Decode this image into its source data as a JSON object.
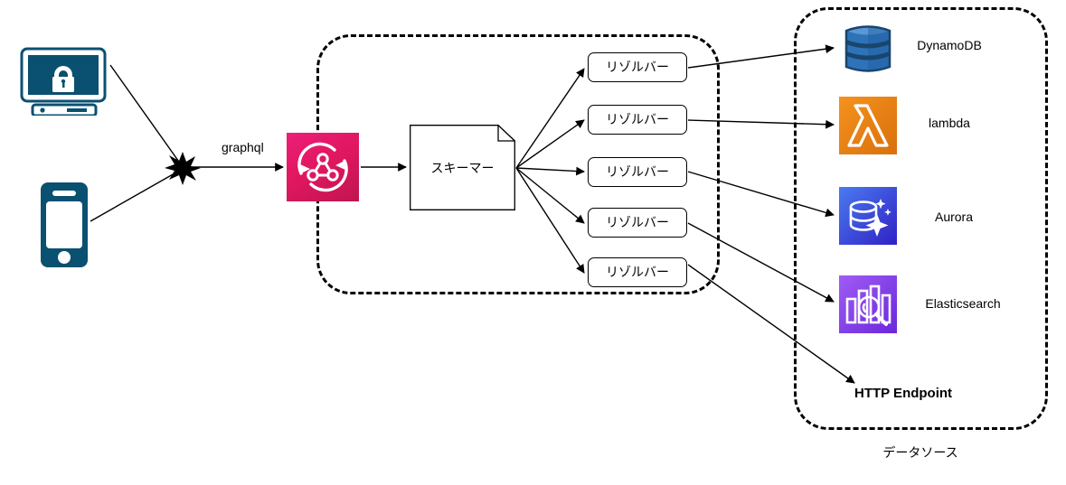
{
  "diagram": {
    "title": "AWS AppSync GraphQL architecture",
    "edge_labels": {
      "graphql": "graphql"
    },
    "groups": [
      {
        "name": "appsync-group",
        "caption": ""
      },
      {
        "name": "datasource-group",
        "caption": "データソース"
      }
    ],
    "clients": [
      {
        "name": "secure-desktop-client",
        "icon": "monitor-lock-icon",
        "color": "#0A5070"
      },
      {
        "name": "mobile-client",
        "icon": "smartphone-icon",
        "color": "#0A5070"
      }
    ],
    "junction": {
      "name": "star-junction",
      "icon": "star-burst-icon"
    },
    "appsync": {
      "name": "aws-appsync",
      "icon": "appsync-icon",
      "color_from": "#ED1E79",
      "color_to": "#BF1550"
    },
    "schema": {
      "name": "graphql-schema",
      "label": "スキーマー"
    },
    "resolvers": [
      {
        "label": "リゾルバー"
      },
      {
        "label": "リゾルバー"
      },
      {
        "label": "リゾルバー"
      },
      {
        "label": "リゾルバー"
      },
      {
        "label": "リゾルバー"
      }
    ],
    "datasources": [
      {
        "label": "DynamoDB",
        "icon": "dynamodb-icon",
        "color": "#2E73B8",
        "bold": false
      },
      {
        "label": "lambda",
        "icon": "lambda-icon",
        "color": "#ED8B12",
        "bold": false
      },
      {
        "label": "Aurora",
        "icon": "aurora-icon",
        "color": "#3F4CD6",
        "bold": false
      },
      {
        "label": "Elasticsearch",
        "icon": "elasticsearch-icon",
        "color": "#8C4FEF",
        "bold": false
      },
      {
        "label": "HTTP Endpoint",
        "icon": "none",
        "color": "#000000",
        "bold": true
      }
    ]
  }
}
